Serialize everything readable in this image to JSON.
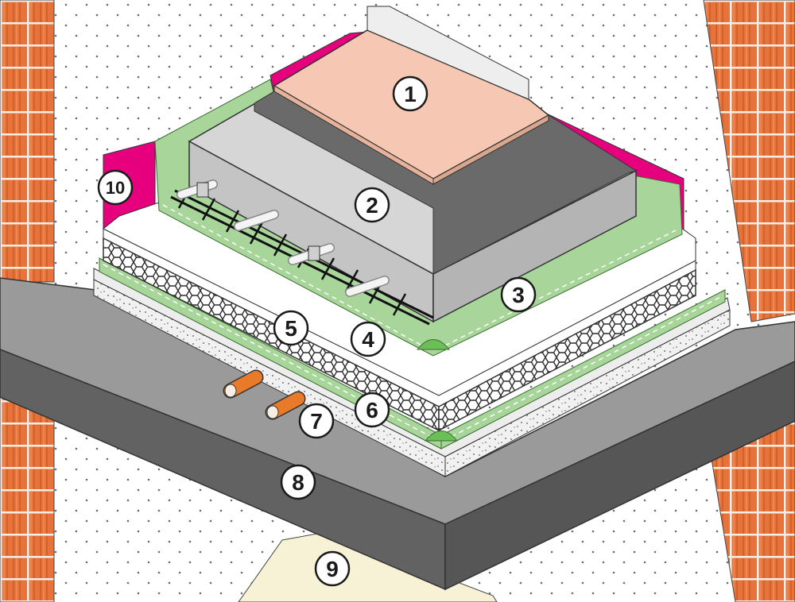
{
  "callouts": [
    {
      "id": "1",
      "label": "1"
    },
    {
      "id": "2",
      "label": "2"
    },
    {
      "id": "3",
      "label": "3"
    },
    {
      "id": "4",
      "label": "4"
    },
    {
      "id": "5",
      "label": "5"
    },
    {
      "id": "6",
      "label": "6"
    },
    {
      "id": "7",
      "label": "7"
    },
    {
      "id": "8",
      "label": "8"
    },
    {
      "id": "9",
      "label": "9"
    },
    {
      "id": "10",
      "label": "10"
    }
  ],
  "colors": {
    "slab_top": "#9a9a9a",
    "slab_side": "#5f5f5f",
    "screed": "#d4d4d4",
    "finish_floor": "#f6c8b4",
    "membrane": "#a8d69a",
    "edge_strip": "#e6007e",
    "brick": "#e8733a",
    "ceiling_panel": "#f7f2d6",
    "pipe": "#e87a2a"
  }
}
